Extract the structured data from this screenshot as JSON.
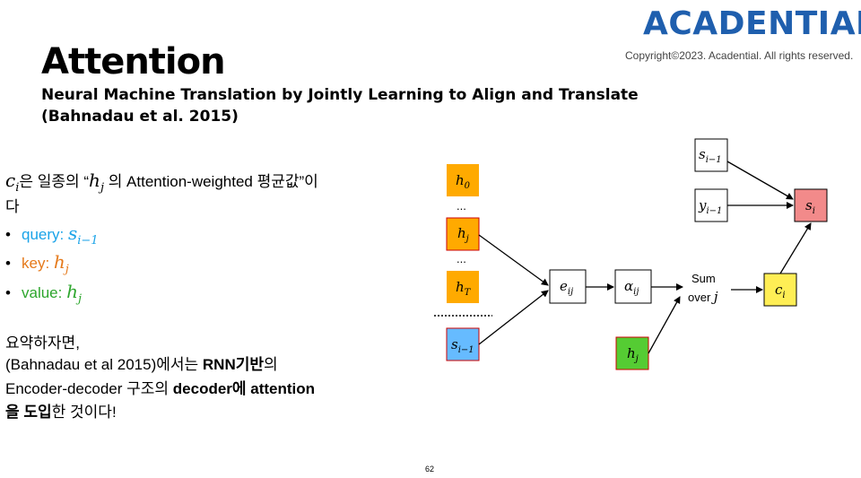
{
  "header": {
    "logo": "ACADENTIAL",
    "copyright": "Copyright©2023. Acadential. All rights reserved."
  },
  "title": "Attention",
  "subtitle": {
    "line1": "Neural Machine Translation by Jointly Learning to Align and Translate",
    "line2": "(Bahnadau et al. 2015)"
  },
  "body": {
    "line1_pre": "c",
    "line1_pre_sub": "i",
    "line1_mid": "은 일종의 “",
    "line1_h": "h",
    "line1_h_sub": "j",
    "line1_post": " 의 Attention-weighted 평균값”이",
    "line2": "다",
    "bullets": [
      {
        "label": "query: ",
        "sym": "s",
        "sub": "i−1"
      },
      {
        "label": "key: ",
        "sym": "h",
        "sub": "j"
      },
      {
        "label": "value: ",
        "sym": "h",
        "sub": "j"
      }
    ],
    "summary": {
      "l1": "요약하자면,",
      "l2_a": "(Bahnadau et al 2015)에서는 ",
      "l2_b": "RNN기반",
      "l2_c": "의",
      "l3_a": "Encoder-decoder 구조의 ",
      "l3_b": "decoder에 attention",
      "l4_a": "을 도입",
      "l4_b": "한 것이다!"
    }
  },
  "diagram": {
    "h0": {
      "sym": "h",
      "sub": "0"
    },
    "hj": {
      "sym": "h",
      "sub": "j"
    },
    "hT": {
      "sym": "h",
      "sub": "T"
    },
    "s_prev": {
      "sym": "s",
      "sub": "i−1"
    },
    "e": {
      "sym": "e",
      "sub": "ij"
    },
    "alpha": {
      "sym": "α",
      "sub": "ij"
    },
    "hj_green": {
      "sym": "h",
      "sub": "j"
    },
    "sum_l1": "Sum",
    "sum_l2": "over ",
    "sum_j": "j",
    "c": {
      "sym": "c",
      "sub": "i"
    },
    "s_top": {
      "sym": "s",
      "sub": "i−1"
    },
    "y_top": {
      "sym": "y",
      "sub": "i−1"
    },
    "s_out": {
      "sym": "s",
      "sub": "i"
    },
    "ellipsis": "...",
    "colors": {
      "orange": "#ffaa00",
      "blue": "#66bbff",
      "green": "#55cc33",
      "yellow": "#ffee55",
      "red": "#f28a8a"
    }
  },
  "page_number": "62"
}
